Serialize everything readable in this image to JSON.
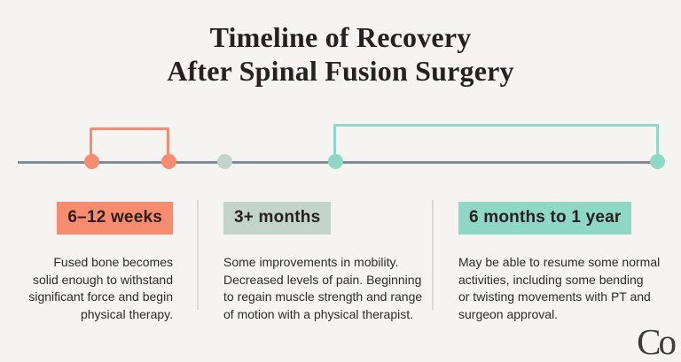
{
  "title": {
    "line1": "Timeline of Recovery",
    "line2": "After Spinal Fusion Surgery"
  },
  "colors": {
    "background": "#F5F4F2",
    "ink": "#262120",
    "body_ink": "#2E2B29",
    "salmon": "#F98C6F",
    "sage": "#C3D4CC",
    "teal": "#90D8C6",
    "slate": "#7E8C9A",
    "divider": "#DBDAD8"
  },
  "timeline": {
    "dots": [
      {
        "name": "phase1-start",
        "color": "salmon"
      },
      {
        "name": "phase1-end",
        "color": "salmon"
      },
      {
        "name": "phase2-marker",
        "color": "sage"
      },
      {
        "name": "phase3-start",
        "color": "teal"
      },
      {
        "name": "phase3-end",
        "color": "teal"
      }
    ],
    "brackets": [
      {
        "name": "phase1-bracket",
        "color": "salmon"
      },
      {
        "name": "phase3-bracket",
        "color": "teal"
      }
    ]
  },
  "phases": [
    {
      "label": "6–12 weeks",
      "desc_lines": [
        "Fused bone becomes",
        "solid enough to withstand",
        "significant force and begin",
        "physical therapy."
      ]
    },
    {
      "label": "3+ months",
      "desc_lines": [
        "Some improvements in mobility.",
        "Decreased levels of pain. Beginning",
        "to regain muscle strength and range",
        "of motion with a physical therapist."
      ]
    },
    {
      "label": "6 months to 1 year",
      "desc_lines": [
        "May be able to resume some normal",
        "activities, including some bending",
        "or twisting movements with PT and",
        "surgeon approval."
      ]
    }
  ],
  "logo": {
    "text": "Co"
  }
}
